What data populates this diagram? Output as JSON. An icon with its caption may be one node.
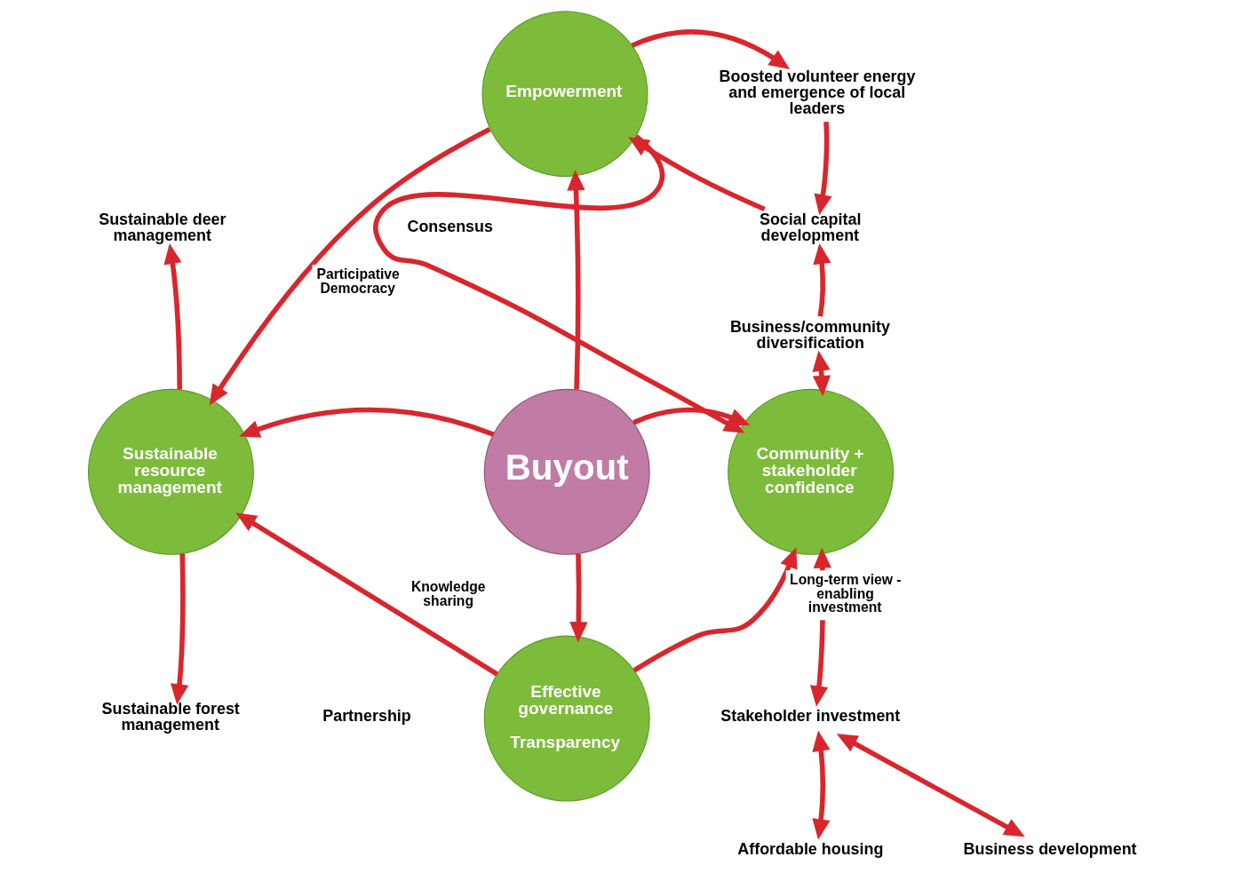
{
  "diagram": {
    "nodes": [
      {
        "text": [
          "Buyout"
        ]
      },
      {
        "text": [
          "Empowerment"
        ]
      },
      {
        "text": [
          "Sustainable resource management"
        ]
      },
      {
        "text": [
          "Community + stakeholder confidence"
        ]
      },
      {
        "text": [
          "Effective governance",
          "Transparency"
        ]
      },
      {
        "text": [
          "Boosted volunteer energy and emergence of local leaders"
        ]
      },
      {
        "text": [
          "Social capital development"
        ]
      },
      {
        "text": [
          "Business/community diversification"
        ]
      },
      {
        "text": [
          "Sustainable deer management"
        ]
      },
      {
        "text": [
          "Sustainable forest management"
        ]
      },
      {
        "text": [
          "Stakeholder investment"
        ]
      },
      {
        "text": [
          "Affordable housing"
        ]
      },
      {
        "text": [
          "Business development"
        ]
      }
    ],
    "edges": [
      {
        "from": 0,
        "to": 1,
        "arrow": "to"
      },
      {
        "from": 0,
        "to": 2,
        "arrow": "to"
      },
      {
        "from": 0,
        "to": 3,
        "arrow": "to"
      },
      {
        "from": 0,
        "to": 4,
        "arrow": "to"
      },
      {
        "from": 1,
        "to": 5,
        "arrow": "to"
      },
      {
        "from": 5,
        "to": 6,
        "arrow": "to"
      },
      {
        "from": 6,
        "to": 1,
        "arrow": "to"
      },
      {
        "from": 7,
        "to": 6,
        "arrow": "to"
      },
      {
        "from": 7,
        "to": 3,
        "arrow": "both"
      },
      {
        "from": 1,
        "to": 2,
        "arrow": "to",
        "label": "Participative Democracy"
      },
      {
        "from": 1,
        "to": 3,
        "arrow": "to"
      },
      {
        "from": 4,
        "to": 2,
        "arrow": "to",
        "label": "Knowledge sharing"
      },
      {
        "from": 4,
        "to": 3,
        "arrow": "to",
        "label": "Long-term view - enabling investment"
      },
      {
        "from": 2,
        "to": 8,
        "arrow": "to"
      },
      {
        "from": 2,
        "to": 9,
        "arrow": "to"
      },
      {
        "from": 3,
        "to": 10,
        "arrow": "both"
      },
      {
        "from": 10,
        "to": 11,
        "arrow": "both"
      },
      {
        "from": 10,
        "to": 12,
        "arrow": "both"
      }
    ],
    "labels": [
      "Consensus",
      "Partnership"
    ]
  }
}
